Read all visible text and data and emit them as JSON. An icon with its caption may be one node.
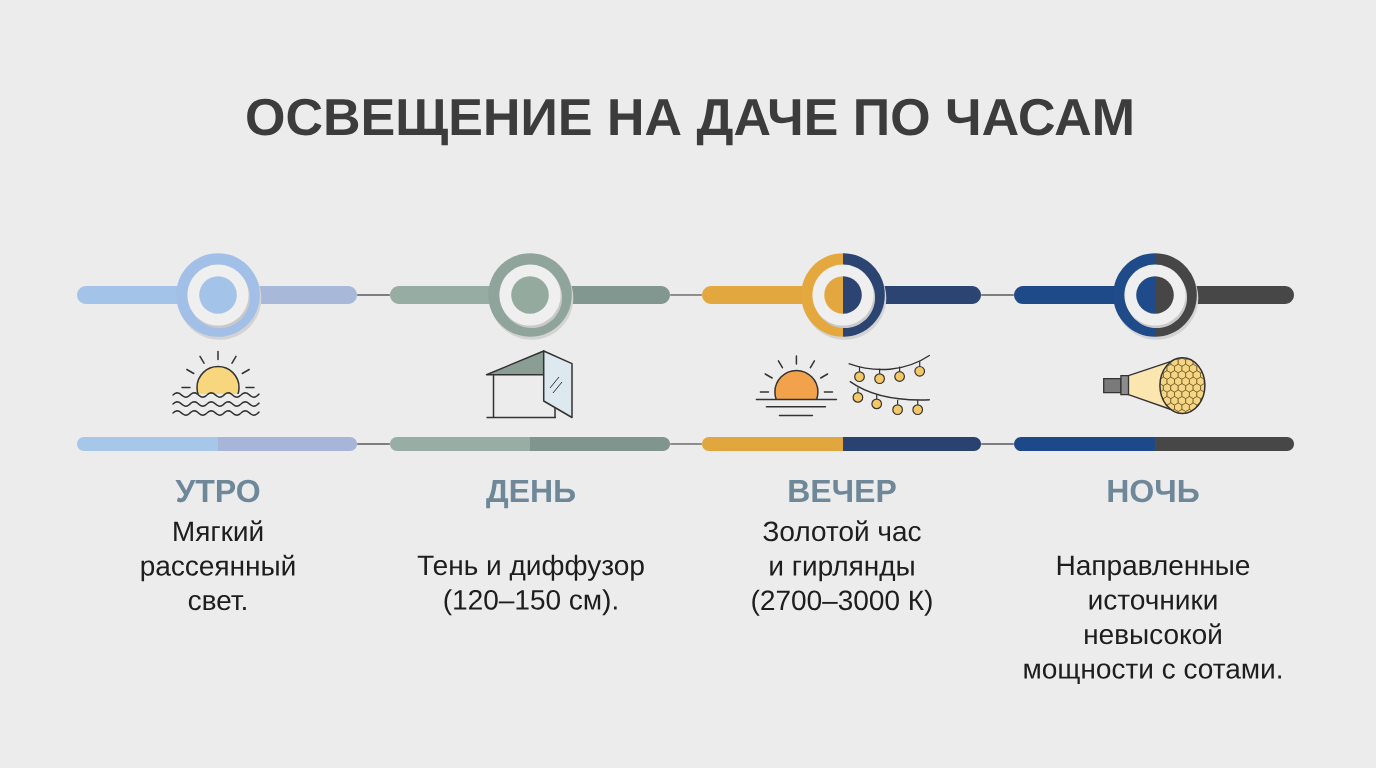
{
  "diagram": {
    "title": "ОСВЕЩЕНИЕ НА ДАЧЕ ПО ЧАСАМ",
    "nodes": [
      {
        "text": [],
        "shape": "bar"
      },
      {
        "text": [],
        "shape": "bar"
      },
      {
        "text": [],
        "shape": "bar"
      },
      {
        "text": [],
        "shape": "bar"
      },
      {
        "text": [],
        "shape": "bar",
        "beside": [
          "УТРО"
        ]
      },
      {
        "text": [],
        "shape": "bar",
        "beside": [
          "ДЕНЬ"
        ]
      },
      {
        "text": [],
        "shape": "bar",
        "beside": [
          "ВЕЧЕР"
        ]
      },
      {
        "text": [],
        "shape": "bar",
        "beside": [
          "НОЧЬ"
        ]
      }
    ],
    "edges": [
      {
        "from": 0,
        "to": 1,
        "arrow": "none"
      },
      {
        "from": 1,
        "to": 2,
        "arrow": "none"
      },
      {
        "from": 2,
        "to": 3,
        "arrow": "none"
      },
      {
        "from": 4,
        "to": 5,
        "arrow": "none"
      },
      {
        "from": 5,
        "to": 6,
        "arrow": "none"
      },
      {
        "from": 6,
        "to": 7,
        "arrow": "none"
      }
    ],
    "labels": [
      "Мягкий рассеянный свет.",
      "Тень и диффузор (120–150 см).",
      "Золотой час и гирлянды (2700–3000 К)",
      "Направленные источники невысокой мощности с сотами."
    ]
  }
}
